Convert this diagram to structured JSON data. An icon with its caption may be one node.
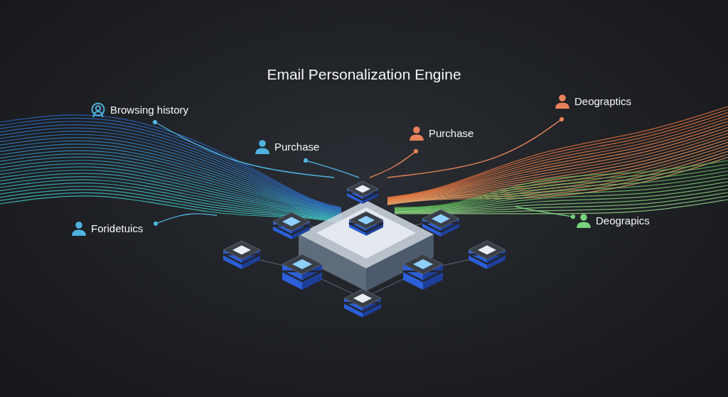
{
  "diagram": {
    "title": "Email Personalization Engine",
    "nodes": [
      {
        "text": [
          "Browsing history"
        ]
      },
      {
        "text": [
          "Deograptics"
        ]
      },
      {
        "text": [
          "Purchase"
        ]
      },
      {
        "text": [
          "Purchase"
        ]
      },
      {
        "text": [
          "Deograpics"
        ]
      },
      {
        "text": [
          "Foridetuics"
        ]
      },
      {
        "text": [],
        "shape": "picture"
      }
    ],
    "edges": [
      {
        "from": 0,
        "to": 6,
        "arrow": "other"
      },
      {
        "from": 1,
        "to": 6,
        "arrow": "other",
        "color": "#e8825a"
      },
      {
        "from": 2,
        "to": 6,
        "arrow": "other",
        "color": "#e8825a"
      },
      {
        "from": 3,
        "to": 6,
        "arrow": "other"
      },
      {
        "from": 4,
        "to": 6,
        "arrow": "other",
        "color": "#79d27e"
      },
      {
        "from": 5,
        "to": 6,
        "arrow": "other"
      }
    ]
  }
}
